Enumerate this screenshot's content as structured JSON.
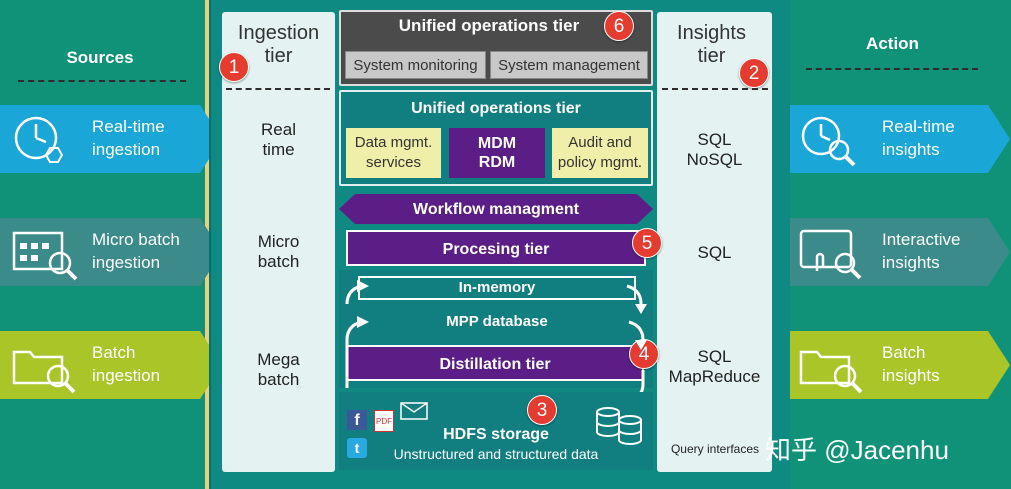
{
  "left": {
    "header": "Sources",
    "items": [
      {
        "line1": "Real-time",
        "line2": "ingestion",
        "color": "#1aa7d8",
        "icon": "clock-recycle-icon"
      },
      {
        "line1": "Micro batch",
        "line2": "ingestion",
        "color": "#3a8b8a",
        "icon": "calendar-search-icon"
      },
      {
        "line1": "Batch",
        "line2": "ingestion",
        "color": "#a9c528",
        "icon": "folder-search-icon"
      }
    ]
  },
  "right": {
    "header": "Action",
    "items": [
      {
        "line1": "Real-time",
        "line2": "insights",
        "color": "#1aa7d8",
        "icon": "clock-search-icon"
      },
      {
        "line1": "Interactive",
        "line2": "insights",
        "color": "#3a8b8a",
        "icon": "tablet-touch-search-icon"
      },
      {
        "line1": "Batch",
        "line2": "insights",
        "color": "#a9c528",
        "icon": "folder-search-icon"
      }
    ]
  },
  "ingestion": {
    "title1": "Ingestion",
    "title2": "tier",
    "badge": "1",
    "items": [
      {
        "l1": "Real",
        "l2": "time"
      },
      {
        "l1": "Micro",
        "l2": "batch"
      },
      {
        "l1": "Mega",
        "l2": "batch"
      }
    ]
  },
  "insights": {
    "title1": "Insights",
    "title2": "tier",
    "badge": "2",
    "items": [
      {
        "l1": "SQL",
        "l2": "NoSQL"
      },
      {
        "l1": "SQL",
        "l2": ""
      },
      {
        "l1": "SQL",
        "l2": "MapReduce"
      }
    ],
    "footer": "Query interfaces"
  },
  "center": {
    "ops_top": {
      "title": "Unified operations tier",
      "badge": "6",
      "btn1": "System monitoring",
      "btn2": "System management"
    },
    "ops_mid": {
      "title": "Unified operations tier",
      "box1_l1": "Data mgmt.",
      "box1_l2": "services",
      "mdm_l1": "MDM",
      "mdm_l2": "RDM",
      "box3_l1": "Audit and",
      "box3_l2": "policy mgmt."
    },
    "workflow": "Workflow managment",
    "processing": "Procesing tier",
    "processing_badge": "5",
    "inmemory": "In-memory",
    "mpp": "MPP database",
    "distillation": "Distillation tier",
    "distillation_badge": "4",
    "hdfs_title": "HDFS storage",
    "hdfs_sub": "Unstructured and structured data",
    "hdfs_badge": "3"
  },
  "watermark": "知乎 @Jacenhu"
}
